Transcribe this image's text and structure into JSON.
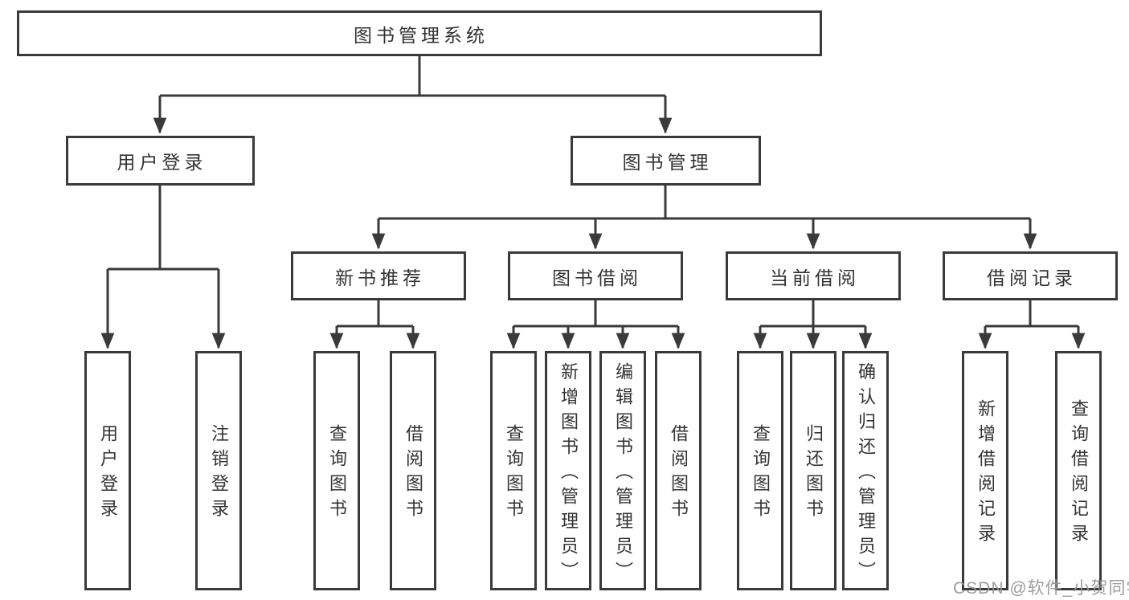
{
  "diagram": {
    "type": "hierarchy-tree",
    "nodes": {
      "root": {
        "label": "图书管理系统"
      },
      "level2": [
        {
          "label": "用户登录"
        },
        {
          "label": "图书管理"
        }
      ],
      "level3": [
        {
          "label": "新书推荐"
        },
        {
          "label": "图书借阅"
        },
        {
          "label": "当前借阅"
        },
        {
          "label": "借阅记录"
        }
      ],
      "leaves": [
        {
          "label": "用户登录"
        },
        {
          "label": "注销登录"
        },
        {
          "label": "查询图书"
        },
        {
          "label": "借阅图书"
        },
        {
          "label": "查询图书"
        },
        {
          "label": "新增图书（管理员）"
        },
        {
          "label": "编辑图书（管理员）"
        },
        {
          "label": "借阅图书"
        },
        {
          "label": "查询图书"
        },
        {
          "label": "归还图书"
        },
        {
          "label": "确认归还（管理员）"
        },
        {
          "label": "新增借阅记录"
        },
        {
          "label": "查询借阅记录"
        }
      ]
    },
    "edges": [
      {
        "from": "图书管理系统",
        "to": [
          "用户登录",
          "图书管理"
        ]
      },
      {
        "from": "用户登录",
        "to": [
          "用户登录",
          "注销登录"
        ]
      },
      {
        "from": "图书管理",
        "to": [
          "新书推荐",
          "图书借阅",
          "当前借阅",
          "借阅记录"
        ]
      },
      {
        "from": "新书推荐",
        "to": [
          "查询图书",
          "借阅图书"
        ]
      },
      {
        "from": "图书借阅",
        "to": [
          "查询图书",
          "新增图书（管理员）",
          "编辑图书（管理员）",
          "借阅图书"
        ]
      },
      {
        "from": "当前借阅",
        "to": [
          "查询图书",
          "归还图书",
          "确认归还（管理员）"
        ]
      },
      {
        "from": "借阅记录",
        "to": [
          "新增借阅记录",
          "查询借阅记录"
        ]
      }
    ],
    "colors": {
      "line": "#3a3a3a",
      "text": "#333333",
      "background": "#ffffff",
      "watermark": "#989898"
    }
  },
  "watermark": {
    "text": "CSDN @软件_小贺同学"
  }
}
